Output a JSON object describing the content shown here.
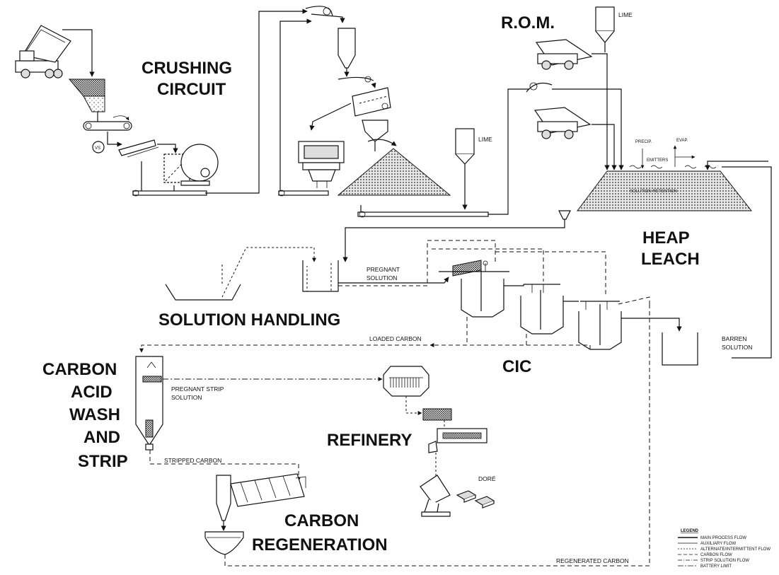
{
  "areas": {
    "crushing": [
      "CRUSHING",
      "CIRCUIT"
    ],
    "rom": "R.O.M.",
    "heap_leach": [
      "HEAP",
      "LEACH"
    ],
    "solution_handling": "SOLUTION HANDLING",
    "cic": "CIC",
    "carbon_acid": [
      "CARBON",
      "ACID",
      "WASH",
      "AND",
      "STRIP"
    ],
    "refinery": "REFINERY",
    "carbon_regen": [
      "CARBON",
      "REGENERATION"
    ]
  },
  "labels": {
    "lime_top": "LIME",
    "lime_mid": "LIME",
    "precip": "PRECIP.",
    "evap": "EVAP.",
    "emitters": "EMITTERS",
    "solution_retention": "SOLUTION RETENTION",
    "pregnant_solution": [
      "PREGNANT",
      "SOLUTION"
    ],
    "loaded_carbon": "LOADED CARBON",
    "barren_solution": [
      "BARREN",
      "SOLUTION"
    ],
    "pregnant_strip": [
      "PREGNANT STRIP",
      "SOLUTION"
    ],
    "stripped_carbon": "STRIPPED CARBON",
    "regenerated_carbon": "REGENERATED CARBON",
    "dore": "DORÉ",
    "vs": "VS"
  },
  "legend": {
    "title": "LEGEND",
    "items": [
      {
        "label": "MAIN PROCESS FLOW",
        "style": "solid-thick"
      },
      {
        "label": "AUXILIARY FLOW",
        "style": "solid-thin"
      },
      {
        "label": "ALTERNATE/INTERMITTENT FLOW",
        "style": "short-dash"
      },
      {
        "label": "CARBON FLOW",
        "style": "long-dash"
      },
      {
        "label": "STRIP SOLUTION FLOW",
        "style": "dash-dot"
      },
      {
        "label": "BATTERY LIMIT",
        "style": "dash-dot-long"
      }
    ]
  }
}
